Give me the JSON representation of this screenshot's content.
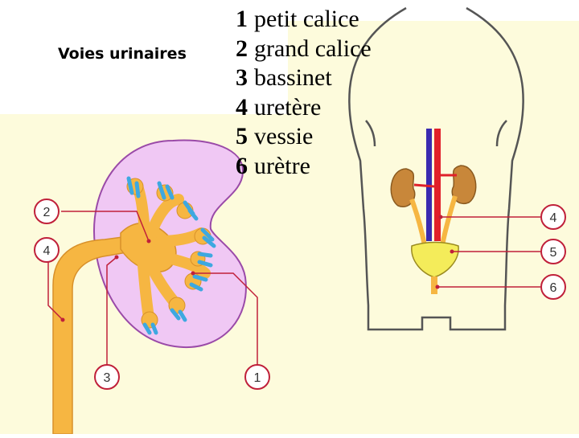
{
  "title": "Voies urinaires",
  "legend": [
    {
      "number": "1",
      "label": "petit calice"
    },
    {
      "number": "2",
      "label": "grand calice"
    },
    {
      "number": "3",
      "label": "bassinet"
    },
    {
      "number": "4",
      "label": "uretère"
    },
    {
      "number": "5",
      "label": "vessie"
    },
    {
      "number": "6",
      "label": "urètre"
    }
  ],
  "markers": {
    "kidney": [
      "2",
      "4",
      "3",
      "1"
    ],
    "body": [
      "4",
      "5",
      "6"
    ]
  },
  "colors": {
    "background_panel": "#fdfbdc",
    "kidney": "#f0c8f4",
    "urinary_tract": "#f6b642",
    "calyx_tips": "#3ea8e0",
    "leader_lines": "#c0203a",
    "artery": "#e0202a",
    "vein": "#3a2ab0",
    "body_outline": "#555555",
    "kidney_brown": "#c8873a",
    "bladder": "#f4ec5a"
  }
}
